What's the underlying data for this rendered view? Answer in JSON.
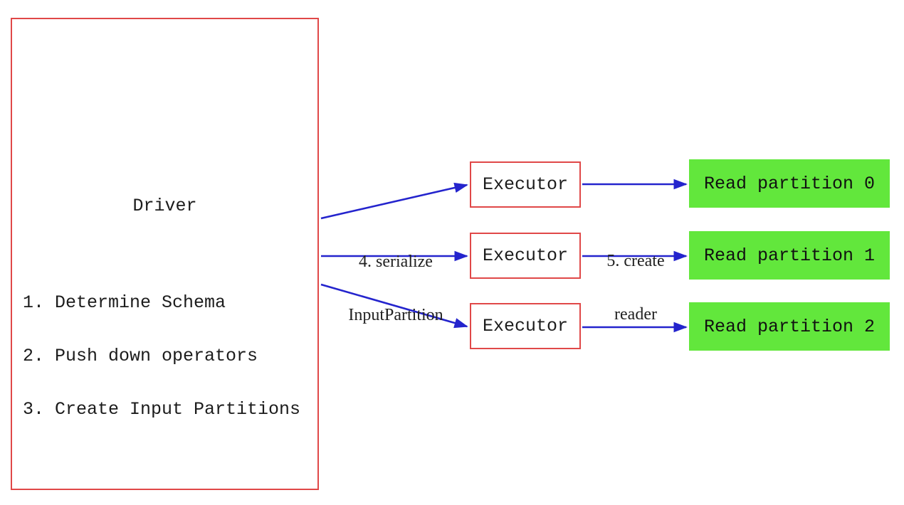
{
  "diagram": {
    "driver": {
      "title": "Driver",
      "steps": [
        "1. Determine Schema",
        "2. Push down operators",
        "3. Create Input Partitions"
      ]
    },
    "executors": [
      "Executor",
      "Executor",
      "Executor"
    ],
    "partitions": [
      "Read partition 0",
      "Read partition 1",
      "Read partition 2"
    ],
    "edge_labels": {
      "serialize": {
        "line1": "4. serialize",
        "line2": "InputPartition"
      },
      "create_reader": {
        "line1": "5. create",
        "line2": "reader"
      }
    },
    "colors": {
      "box_border_red": "#e04848",
      "arrow_blue": "#2424cd",
      "partition_green": "#62e73c",
      "text": "#1c1c1c",
      "background": "#ffffff"
    }
  }
}
